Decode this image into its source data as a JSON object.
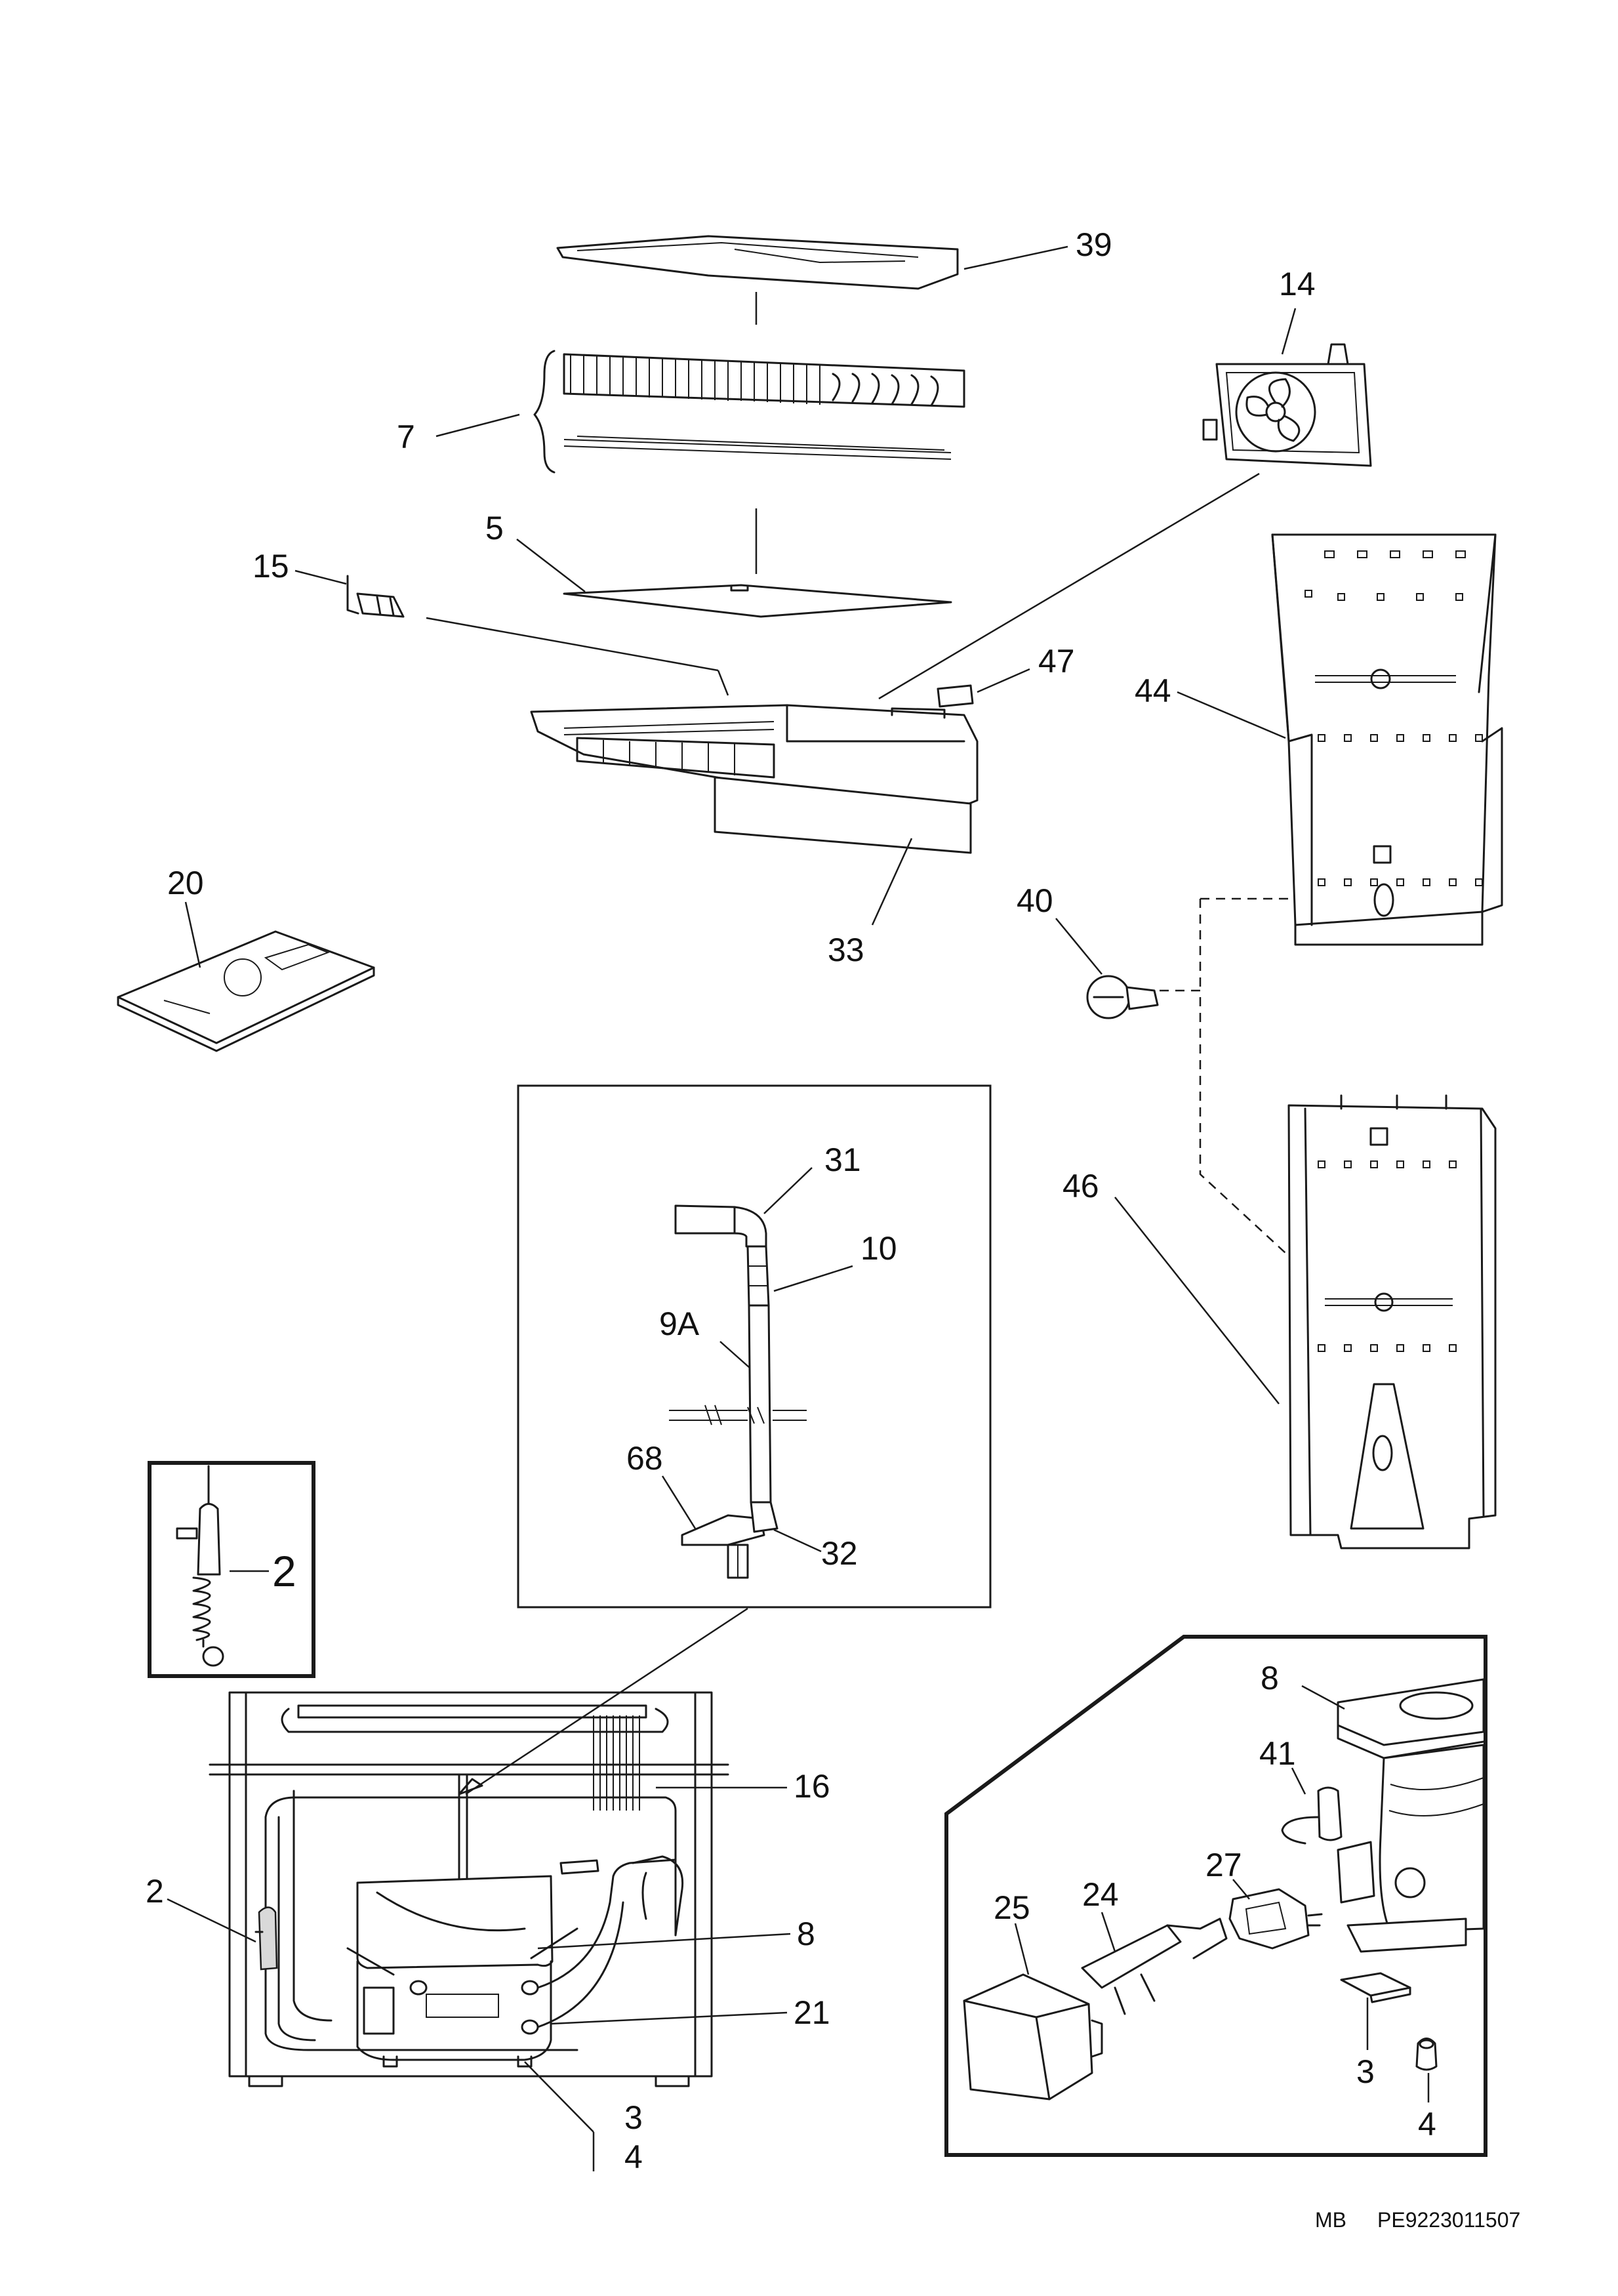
{
  "callouts": {
    "c39": "39",
    "c14": "14",
    "c7": "7",
    "c5": "5",
    "c15": "15",
    "c47": "47",
    "c44": "44",
    "c33": "33",
    "c20": "20",
    "c40": "40",
    "c46": "46",
    "c31": "31",
    "c10": "10",
    "c9a": "9A",
    "c68": "68",
    "c32": "32",
    "c2_inset": "2",
    "c16": "16",
    "c2": "2",
    "c8": "8",
    "c21": "21",
    "c3": "3",
    "c4": "4",
    "c8_r": "8",
    "c41": "41",
    "c27": "27",
    "c24": "24",
    "c25": "25",
    "c3_r": "3",
    "c4_r": "4"
  },
  "footer": {
    "code": "MB",
    "ref": "PE9223011507"
  }
}
